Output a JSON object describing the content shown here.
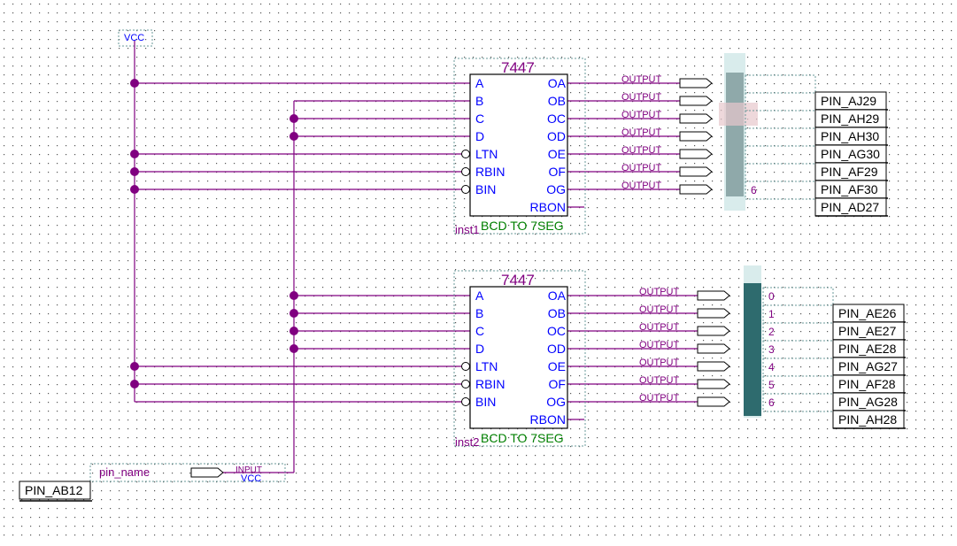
{
  "vcc_label": "VCC",
  "chips": [
    {
      "part": "7447",
      "inst": "inst1",
      "func": "BCD TO 7SEG",
      "inputs": [
        "A",
        "B",
        "C",
        "D",
        "LTN",
        "RBIN",
        "BIN"
      ],
      "outputs": [
        "OA",
        "OB",
        "OC",
        "OD",
        "OE",
        "OF",
        "OG"
      ],
      "rbo": "RBON",
      "out_pin_label": "OUTPUT",
      "pins": [
        "PIN_AJ29",
        "PIN_AH29",
        "PIN_AH30",
        "PIN_AG30",
        "PIN_AF29",
        "PIN_AF30",
        "PIN_AD27"
      ],
      "seg_index": [
        "",
        "",
        "",
        "",
        "",
        "",
        "6"
      ]
    },
    {
      "part": "7447",
      "inst": "inst2",
      "func": "BCD TO 7SEG",
      "inputs": [
        "A",
        "B",
        "C",
        "D",
        "LTN",
        "RBIN",
        "BIN"
      ],
      "outputs": [
        "OA",
        "OB",
        "OC",
        "OD",
        "OE",
        "OF",
        "OG"
      ],
      "rbo": "RBON",
      "out_pin_label": "OUTPUT",
      "pins": [
        "PIN_AE26",
        "PIN_AE27",
        "PIN_AE28",
        "PIN_AG27",
        "PIN_AF28",
        "PIN_AG28",
        "PIN_AH28"
      ],
      "seg_index": [
        "0",
        "1",
        "2",
        "3",
        "4",
        "5",
        "6"
      ]
    }
  ],
  "input_pin": {
    "name": "pin_name",
    "kind": "INPUT",
    "default": "VCC",
    "location": "PIN_AB12"
  },
  "colors": {
    "wire": "#800080",
    "pin_text": "#0000ff",
    "part_text": "#800080",
    "func_text": "#008000",
    "grid_dot": "#555555"
  }
}
